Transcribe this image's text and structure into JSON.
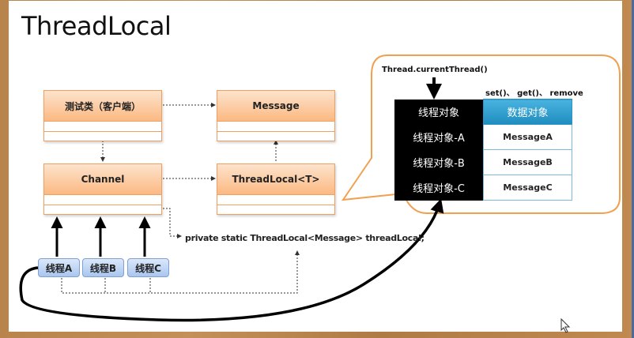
{
  "slide": {
    "title": "ThreadLocal"
  },
  "uml_classes": {
    "client": "测试类（客户端）",
    "message": "Message",
    "channel": "Channel",
    "threadlocal": "ThreadLocal<T>"
  },
  "threads": [
    {
      "label": "线程A"
    },
    {
      "label": "线程B"
    },
    {
      "label": "线程C"
    }
  ],
  "code_line": "private static ThreadLocal<Message>  threadLocal;",
  "callout": {
    "current_thread_label": "Thread.currentThread()",
    "methods_label": "set()、 get()、 remove",
    "table": {
      "header": {
        "key": "线程对象",
        "value": "数据对象"
      },
      "rows": [
        {
          "key": "线程对象-A",
          "value": "MessageA"
        },
        {
          "key": "线程对象-B",
          "value": "MessageB"
        },
        {
          "key": "线程对象-C",
          "value": "MessageC"
        }
      ]
    }
  },
  "colors": {
    "uml_border": "#f0a060",
    "uml_header_gradient_top": "#fde3cc",
    "uml_header_gradient_bottom": "#fbb982",
    "thread_box_fill": "#a9c6ef",
    "callout_border": "#f0a050",
    "table_key_bg": "#000000",
    "table_header_value_bg": "#2a9dd0"
  }
}
